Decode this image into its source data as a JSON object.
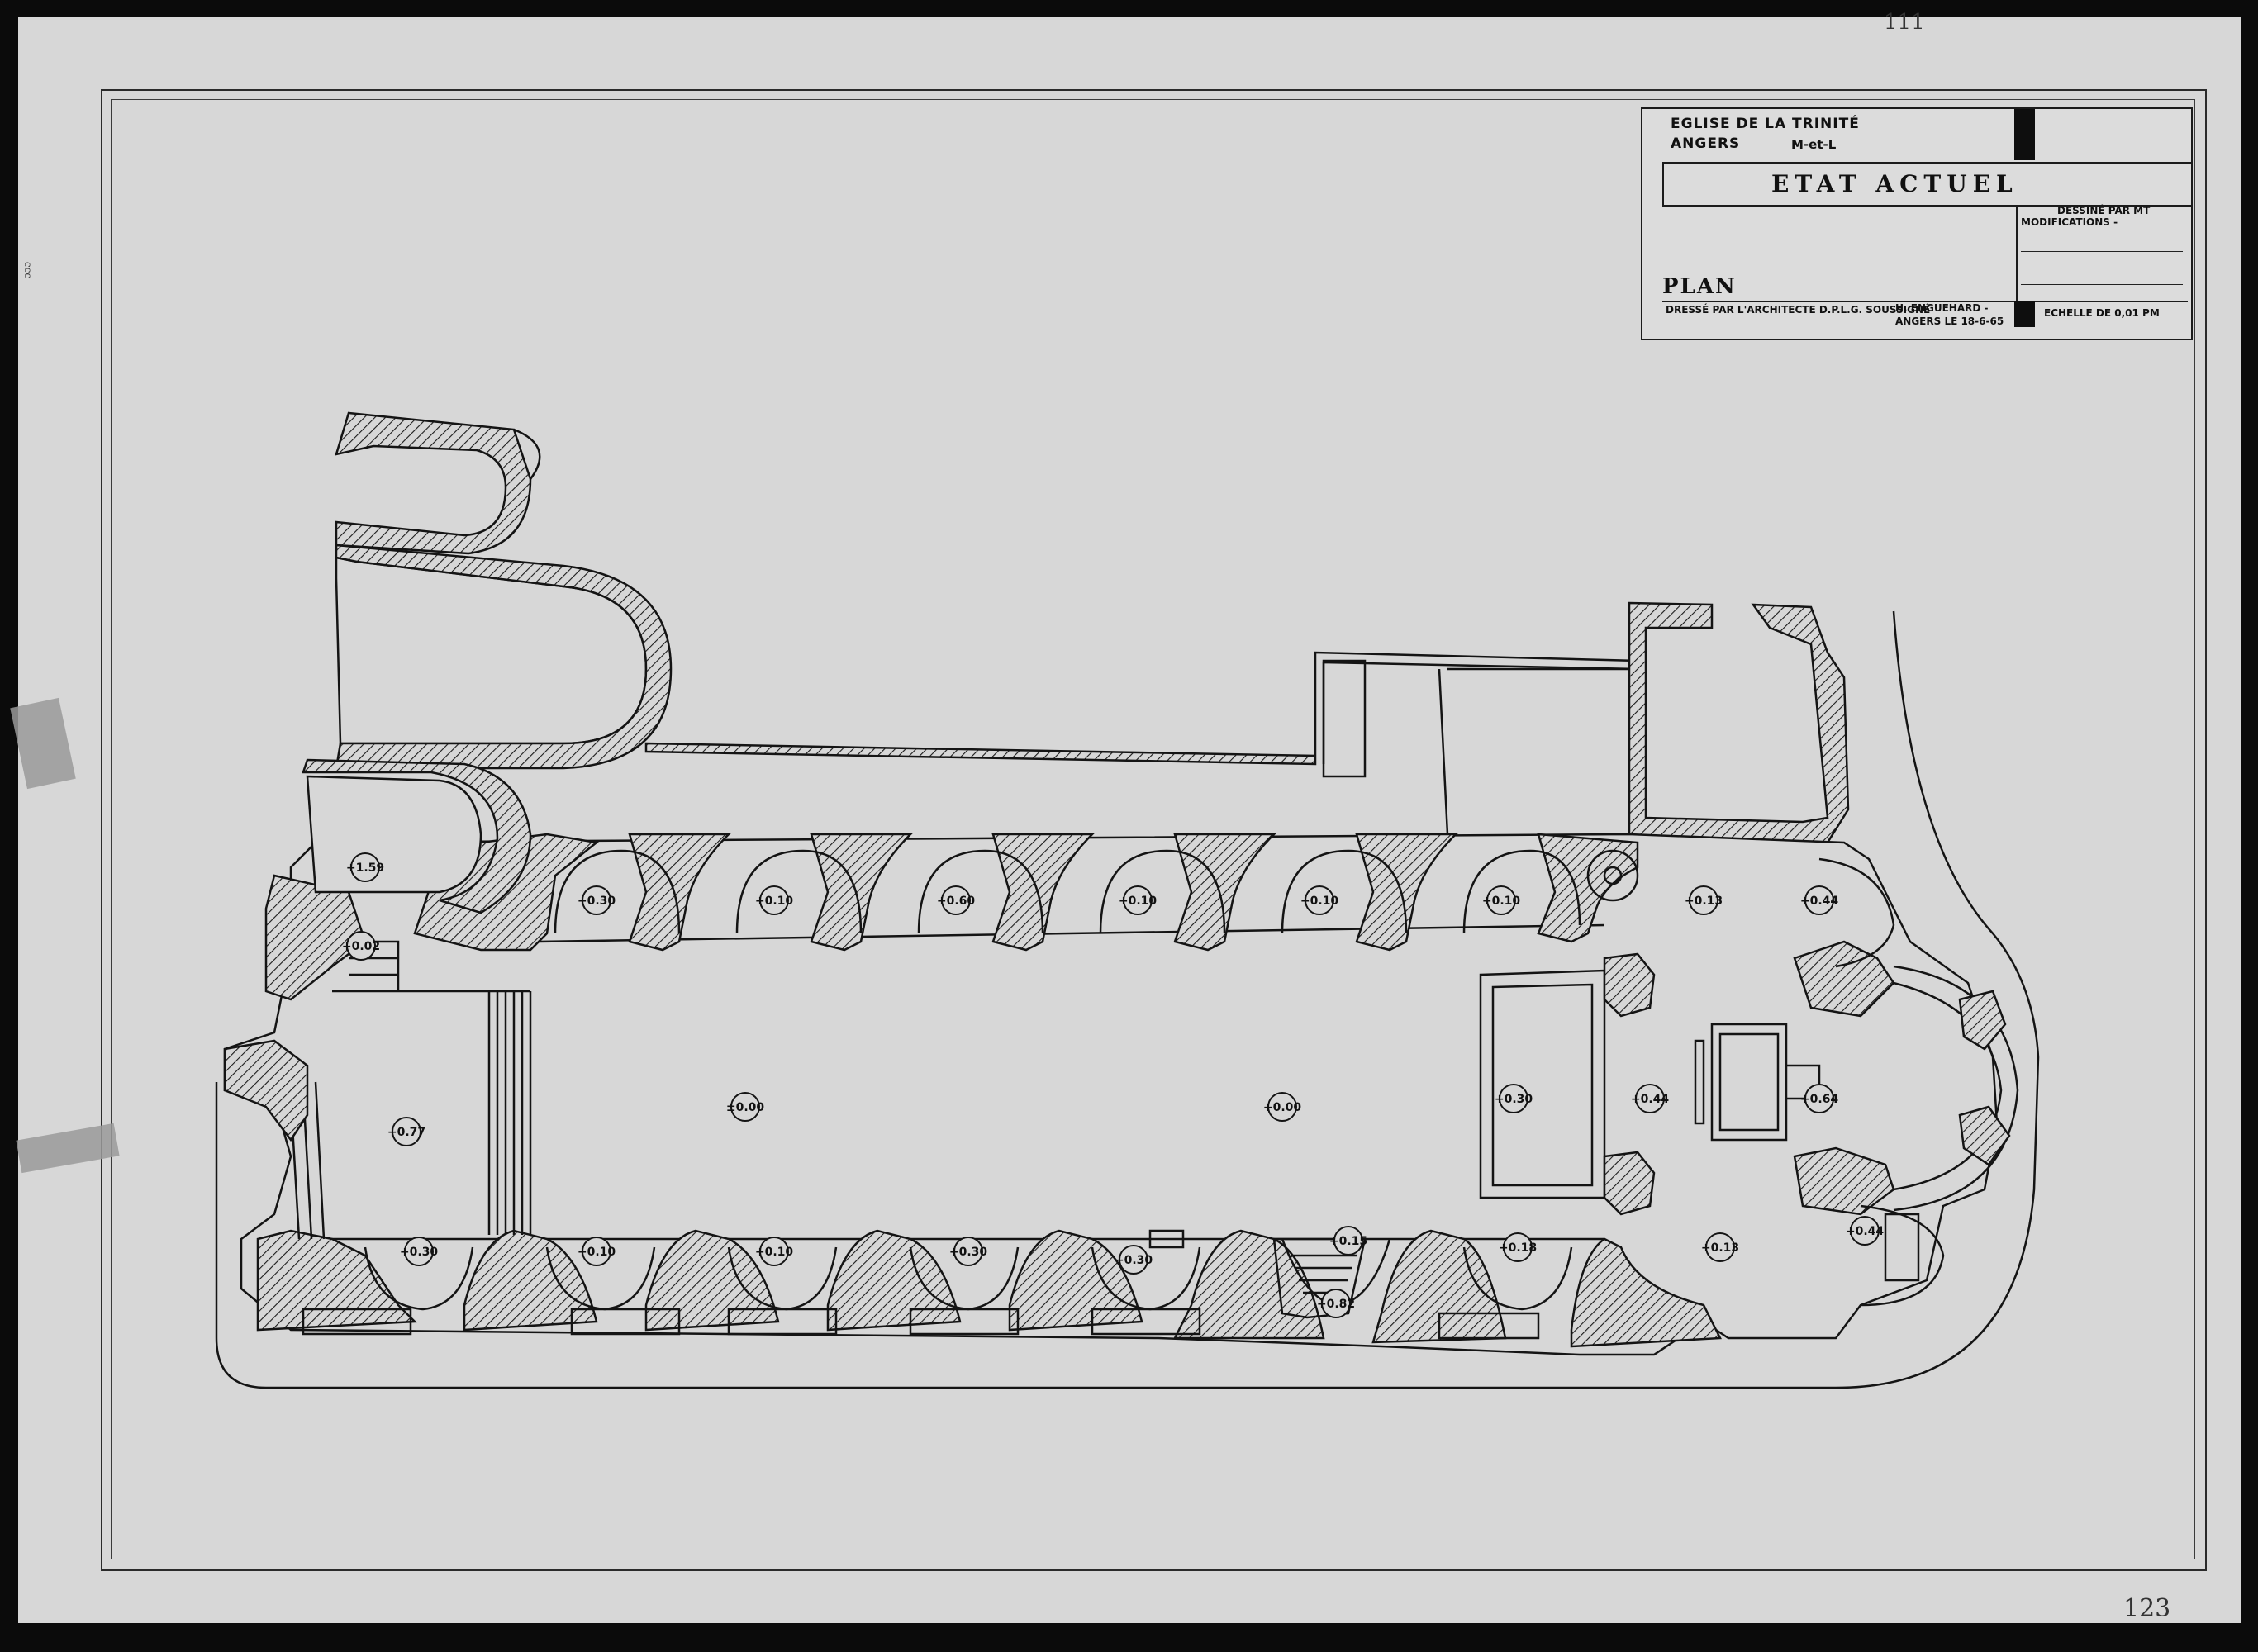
{
  "title_block": {
    "church": "EGLISE DE LA TRINITÉ",
    "city": "ANGERS",
    "department": "M-et-L",
    "title": "ETAT ACTUEL",
    "drawn_by": "DESSINÉ PAR MT",
    "modifications": "MODIFICATIONS -",
    "sheet_type": "PLAN",
    "prepared_by": "DRESSÉ PAR L'ARCHITECTE D.P.L.G. SOUSSIGNÉ",
    "architect": "H. ENGUEHARD -",
    "place_date": "ANGERS LE 18-6-65",
    "scale": "ECHELLE DE 0,01 PM"
  },
  "levels": {
    "side_chapel_n": "+1.59",
    "stair_landing": "+0.02",
    "narthex": "+0.77",
    "nave_center": "±0.00",
    "nave_east": "+0.00",
    "choir_platform": "+0.30",
    "crossing": "+0.44",
    "apse": "+0.64",
    "north_chapel_1": "+0.30",
    "north_chapel_2": "+0.10",
    "north_chapel_3": "+0.60",
    "north_chapel_4": "+0.10",
    "north_chapel_5": "+0.10",
    "north_chapel_6": "+0.10",
    "north_transept": "+0.13",
    "north_apsidiole": "+0.44",
    "south_chapel_1": "+0.30",
    "south_chapel_2": "+0.10",
    "south_chapel_3": "+0.10",
    "south_chapel_4": "+0.30",
    "south_chapel_5": "+0.30",
    "south_porch_top": "+0.15",
    "south_porch": "+0.82",
    "south_chapel_6": "+0.18",
    "south_transept": "+0.13",
    "south_apsidiole": "+0.44"
  },
  "margin_marks": {
    "top_right": "111",
    "bottom_right": "123",
    "left_edge": "ccc"
  },
  "colors": {
    "paper": "#d7d7d7",
    "ink": "#141414",
    "border": "#0b0b0b"
  }
}
